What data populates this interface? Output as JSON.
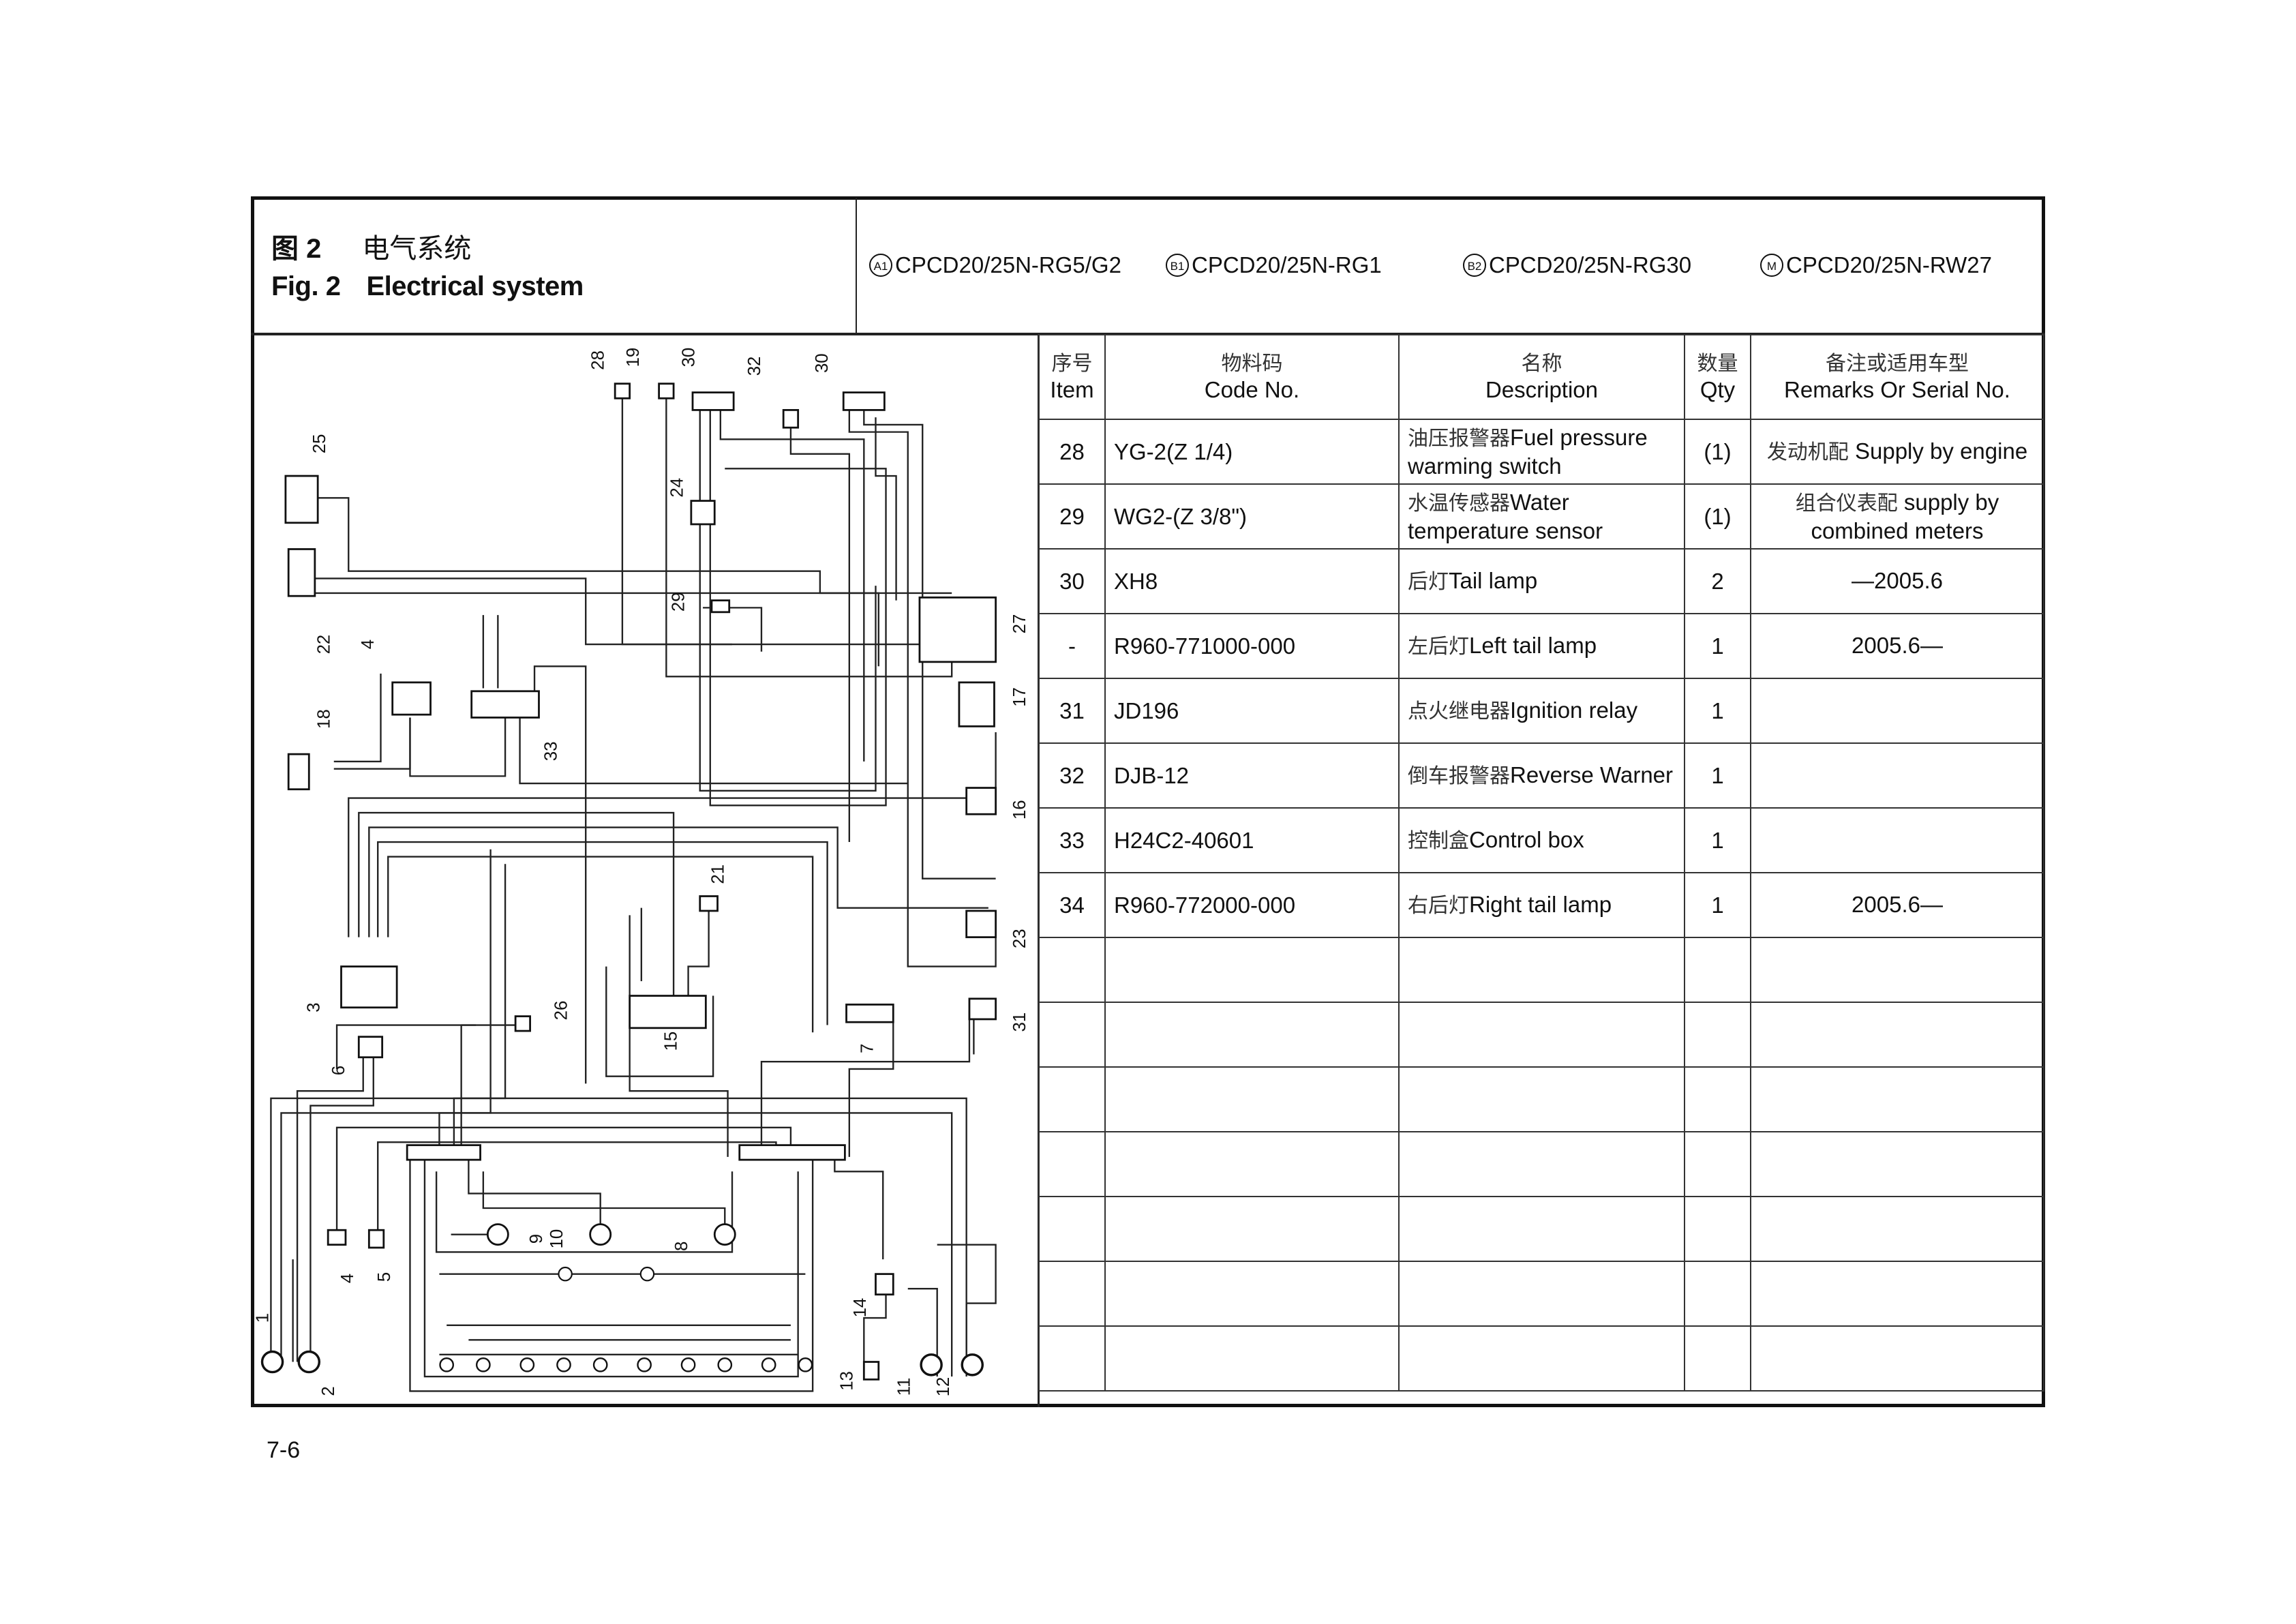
{
  "header": {
    "fig_cn_num": "图 2",
    "fig_cn_title": "电气系统",
    "fig_en_num": "Fig. 2",
    "fig_en_title": "Electrical system",
    "models": [
      {
        "badge": "A1",
        "name": "CPCD20/25N-RG5/G2"
      },
      {
        "badge": "B1",
        "name": "CPCD20/25N-RG1"
      },
      {
        "badge": "B2",
        "name": "CPCD20/25N-RG30"
      },
      {
        "badge": "M",
        "name": "CPCD20/25N-RW27"
      }
    ]
  },
  "table": {
    "columns": [
      {
        "cn": "序号",
        "en": "Item"
      },
      {
        "cn": "物料码",
        "en": "Code No."
      },
      {
        "cn": "名称",
        "en": "Description"
      },
      {
        "cn": "数量",
        "en": "Qty"
      },
      {
        "cn": "备注或适用车型",
        "en": "Remarks Or Serial No."
      }
    ],
    "rows": [
      {
        "item": "28",
        "code": "YG-2(Z 1/4)",
        "desc_cn": "油压报警器",
        "desc_en": "Fuel pressure warming switch",
        "qty": "(1)",
        "remarks_cn": "发动机配",
        "remarks_en": "Supply by engine"
      },
      {
        "item": "29",
        "code": "WG2-(Z 3/8\")",
        "desc_cn": "水温传感器",
        "desc_en": "Water temperature sensor",
        "qty": "(1)",
        "remarks_cn": "组合仪表配",
        "remarks_en": "supply by combined meters"
      },
      {
        "item": "30",
        "code": "XH8",
        "desc_cn": "后灯",
        "desc_en": "Tail lamp",
        "qty": "2",
        "remarks_cn": "",
        "remarks_en": "—2005.6"
      },
      {
        "item": "-",
        "code": "R960-771000-000",
        "desc_cn": "左后灯",
        "desc_en": "Left tail lamp",
        "qty": "1",
        "remarks_cn": "",
        "remarks_en": "2005.6—"
      },
      {
        "item": "31",
        "code": "JD196",
        "desc_cn": "点火继电器",
        "desc_en": "Ignition relay",
        "qty": "1",
        "remarks_cn": "",
        "remarks_en": ""
      },
      {
        "item": "32",
        "code": "DJB-12",
        "desc_cn": "倒车报警器",
        "desc_en": "Reverse Warner",
        "qty": "1",
        "remarks_cn": "",
        "remarks_en": ""
      },
      {
        "item": "33",
        "code": "H24C2-40601",
        "desc_cn": "控制盒",
        "desc_en": "Control box",
        "qty": "1",
        "remarks_cn": "",
        "remarks_en": ""
      },
      {
        "item": "34",
        "code": "R960-772000-000",
        "desc_cn": "右后灯",
        "desc_en": "Right tail lamp",
        "qty": "1",
        "remarks_cn": "",
        "remarks_en": "2005.6—"
      }
    ],
    "empty_rows": 7
  },
  "diagram": {
    "labels": [
      "28",
      "19",
      "30",
      "32",
      "30",
      "25",
      "24",
      "29",
      "27",
      "22",
      "4",
      "33",
      "17",
      "18",
      "16",
      "21",
      "3",
      "26",
      "15",
      "6",
      "7",
      "23",
      "31",
      "9",
      "10",
      "8",
      "4",
      "5",
      "14",
      "1",
      "2",
      "13",
      "11",
      "12"
    ]
  },
  "page_number": "7-6"
}
